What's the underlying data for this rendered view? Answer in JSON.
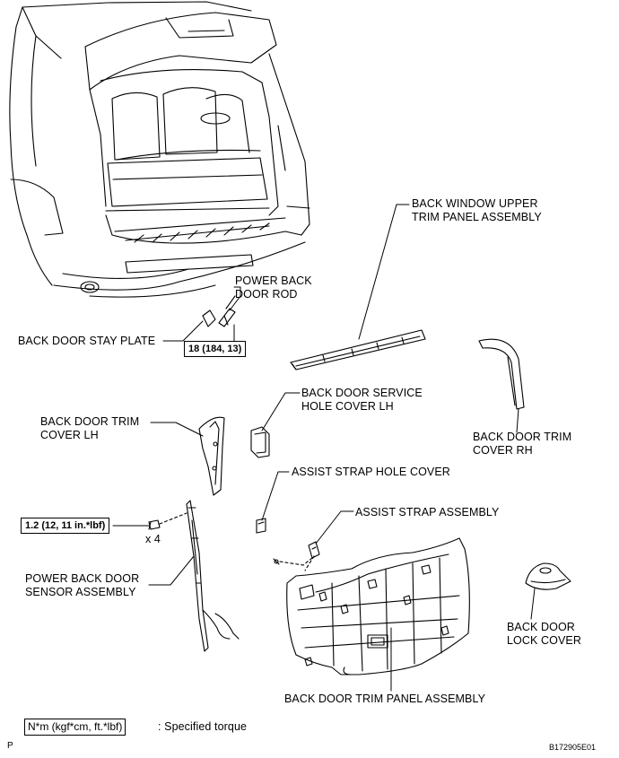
{
  "labels": {
    "back_window_upper_trim": [
      "BACK WINDOW UPPER",
      "TRIM PANEL ASSEMBLY"
    ],
    "power_back_door_rod": [
      "POWER BACK",
      "DOOR ROD"
    ],
    "back_door_stay_plate": "BACK DOOR STAY PLATE",
    "back_door_service_hole_cover_lh": [
      "BACK DOOR SERVICE",
      "HOLE COVER LH"
    ],
    "back_door_trim_cover_lh": [
      "BACK DOOR TRIM",
      "COVER LH"
    ],
    "back_door_trim_cover_rh": [
      "BACK DOOR TRIM",
      "COVER RH"
    ],
    "assist_strap_hole_cover": "ASSIST STRAP HOLE COVER",
    "assist_strap_assembly": "ASSIST STRAP ASSEMBLY",
    "power_back_door_sensor": [
      "POWER BACK DOOR",
      "SENSOR ASSEMBLY"
    ],
    "back_door_lock_cover": [
      "BACK DOOR",
      "LOCK COVER"
    ],
    "back_door_trim_panel": "BACK DOOR TRIM PANEL ASSEMBLY"
  },
  "torques": {
    "rod": "18 (184, 13)",
    "sensor": "1.2 (12, 11 in.*lbf)"
  },
  "quantity": "x 4",
  "legend": {
    "box": "N*m (kgf*cm, ft.*lbf)",
    "text": ": Specified torque"
  },
  "footer": {
    "left": "P",
    "right": "B172905E01"
  }
}
